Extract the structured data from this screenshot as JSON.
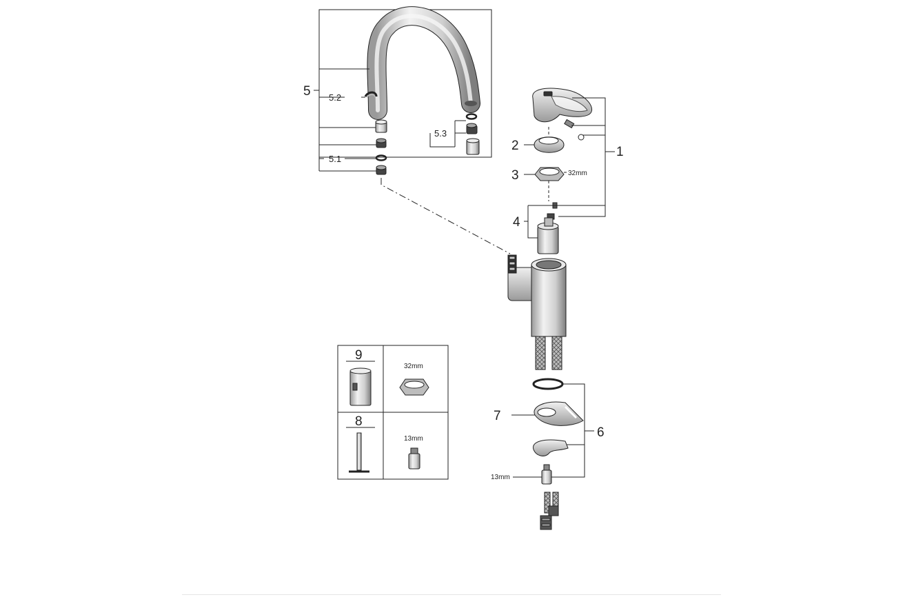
{
  "callouts": {
    "c1": "1",
    "c2": "2",
    "c3": "3",
    "c4": "4",
    "c5": "5",
    "c5_1": "5.1",
    "c5_2": "5.2",
    "c5_3": "5.3",
    "c6": "6",
    "c7": "7",
    "c8": "8",
    "c9": "9"
  },
  "dimensions": {
    "nut_32": "32mm",
    "fitting_13": "13mm",
    "tool_32": "32mm",
    "tool_13": "13mm"
  },
  "colors": {
    "line": "#222222",
    "part_fill": "#d9d9d9",
    "part_dark": "#8c8c8c",
    "footer_rule": "#e6e6e6"
  }
}
